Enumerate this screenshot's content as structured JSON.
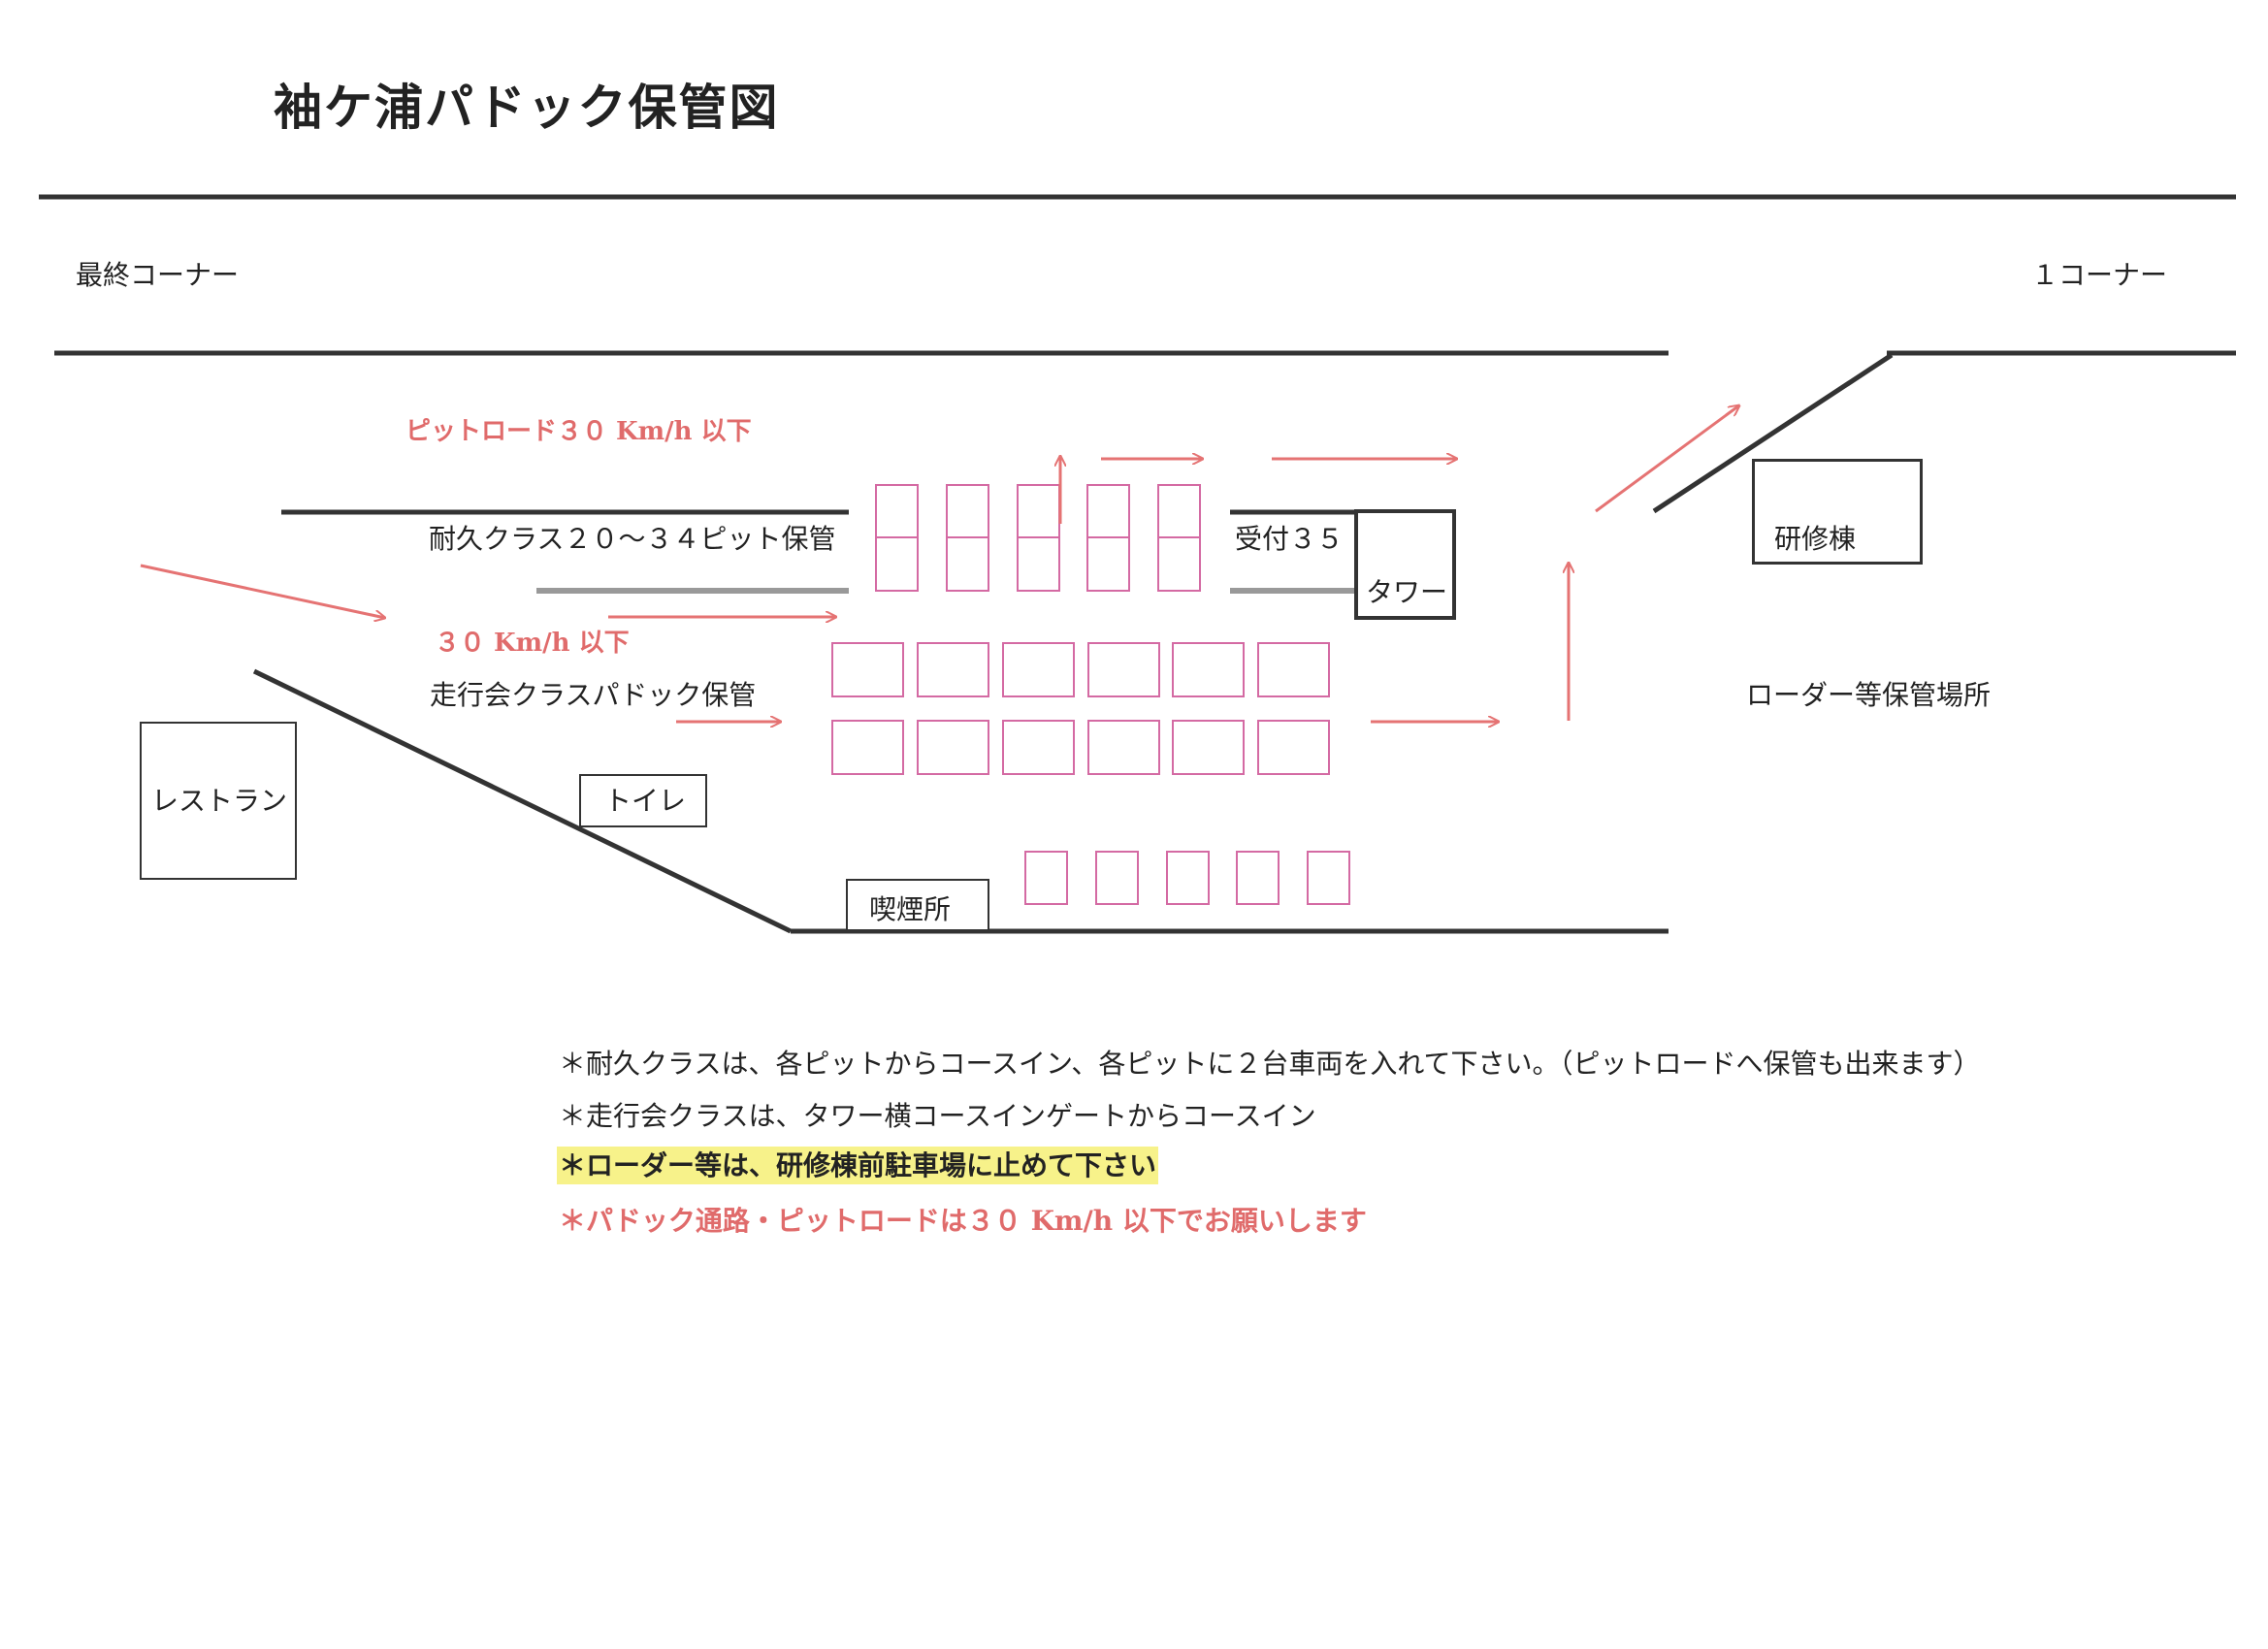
{
  "title": "袖ケ浦パドック保管図",
  "labels": {
    "final_corner": "最終コーナー",
    "first_corner": "１コーナー",
    "pit_road_speed": "ピットロード３０ Km/h 以下",
    "endurance_pits": "耐久クラス２０～３４ピット保管",
    "reception": "受付３５",
    "tower": "タワー",
    "speed_30": "３０ Km/h 以下",
    "paddock_storage": "走行会クラスパドック保管",
    "restaurant": "レストラン",
    "toilet": "トイレ",
    "smoking_area": "喫煙所",
    "training_building": "研修棟",
    "loader_area": "ローダー等保管場所"
  },
  "notes": [
    "＊耐久クラスは、各ピットからコースイン、各ピットに２台車両を入れて下さい。（ピットロードへ保管も出来ます）",
    "＊走行会クラスは、タワー横コースインゲートからコースイン",
    "＊ローダー等は、研修棟前駐車場に止めて下さい",
    "＊パドック通路・ピットロードは３０ Km/h 以下でお願いします"
  ],
  "colors": {
    "line": "#333333",
    "arrow": "#e57373",
    "parking": "#d46aa3",
    "highlight": "#f7f28a"
  }
}
